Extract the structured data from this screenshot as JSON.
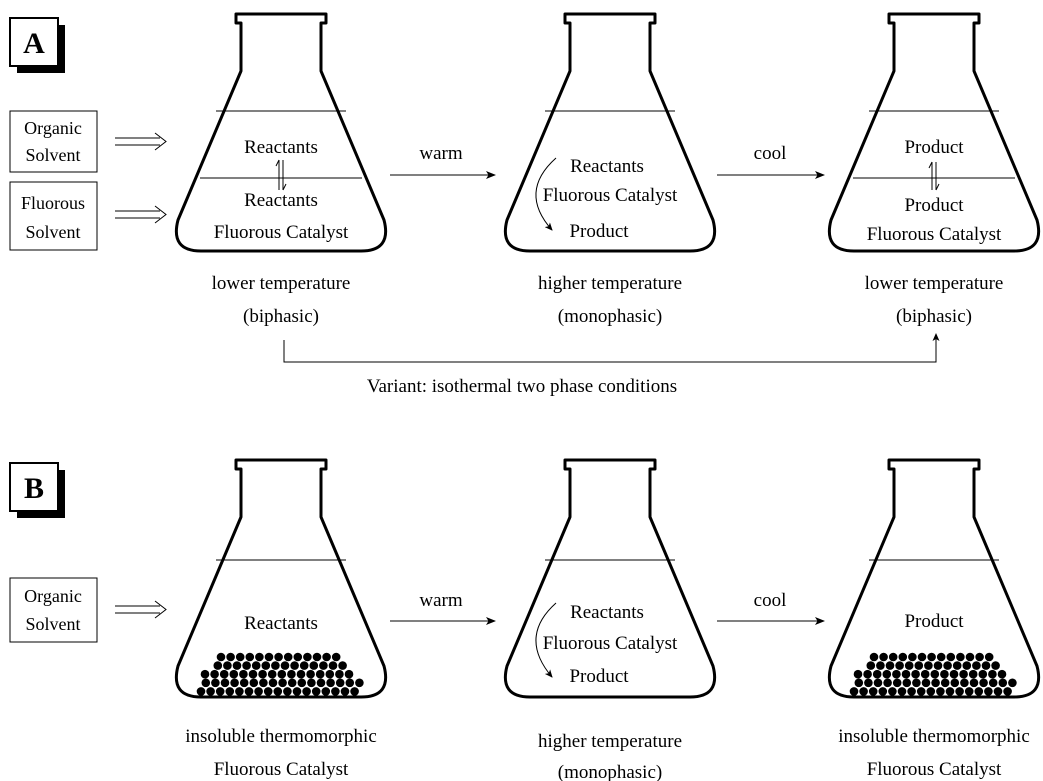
{
  "panel_a": {
    "letter": "A",
    "inputs": {
      "organic": [
        "Organic",
        "Solvent"
      ],
      "fluorous": [
        "Fluorous",
        "Solvent"
      ]
    },
    "flask1": {
      "upper": "Reactants",
      "lower": [
        "Reactants",
        "Fluorous Catalyst"
      ],
      "caption": [
        "lower temperature",
        "(biphasic)"
      ]
    },
    "arrow1": "warm",
    "flask2": {
      "contents": [
        "Reactants",
        "Fluorous Catalyst",
        "Product"
      ],
      "caption": [
        "higher temperature",
        "(monophasic)"
      ]
    },
    "arrow2": "cool",
    "flask3": {
      "upper": "Product",
      "lower": [
        "Product",
        "Fluorous Catalyst"
      ],
      "caption": [
        "lower temperature",
        "(biphasic)"
      ]
    },
    "variant": "Variant: isothermal two phase conditions"
  },
  "panel_b": {
    "letter": "B",
    "inputs": {
      "organic": [
        "Organic",
        "Solvent"
      ]
    },
    "flask1": {
      "contents": "Reactants",
      "caption": [
        "insoluble thermomorphic",
        "Fluorous Catalyst"
      ]
    },
    "arrow1": "warm",
    "flask2": {
      "contents": [
        "Reactants",
        "Fluorous Catalyst",
        "Product"
      ],
      "caption": [
        "higher temperature",
        "(monophasic)"
      ]
    },
    "arrow2": "cool",
    "flask3": {
      "contents": "Product",
      "caption": [
        "insoluble thermomorphic",
        "Fluorous Catalyst"
      ]
    }
  }
}
